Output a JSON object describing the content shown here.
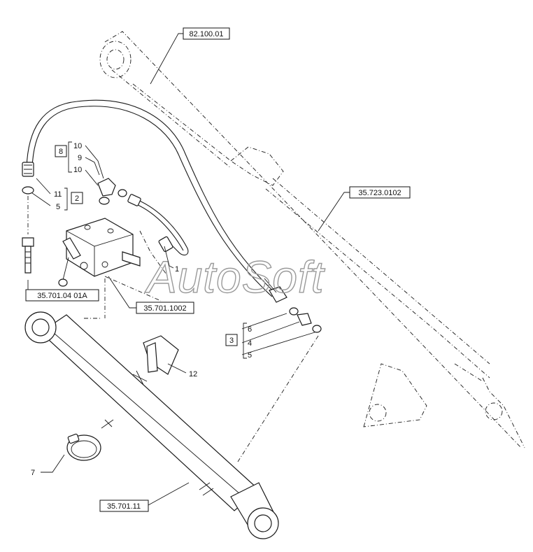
{
  "refs": {
    "r1": "82.100.01",
    "r2": "35.723.0102",
    "r3": "35.701.04 01A",
    "r4": "35.701.1002",
    "r5": "35.701.11"
  },
  "groups": {
    "g8": "8",
    "g2": "2",
    "g3": "3"
  },
  "items": {
    "i10a": "10",
    "i9": "9",
    "i10b": "10",
    "i11": "11",
    "i5a": "5",
    "i1": "1",
    "i6": "6",
    "i4": "4",
    "i5b": "5",
    "i12": "12",
    "i7": "7"
  },
  "watermark": "AutoSoft"
}
